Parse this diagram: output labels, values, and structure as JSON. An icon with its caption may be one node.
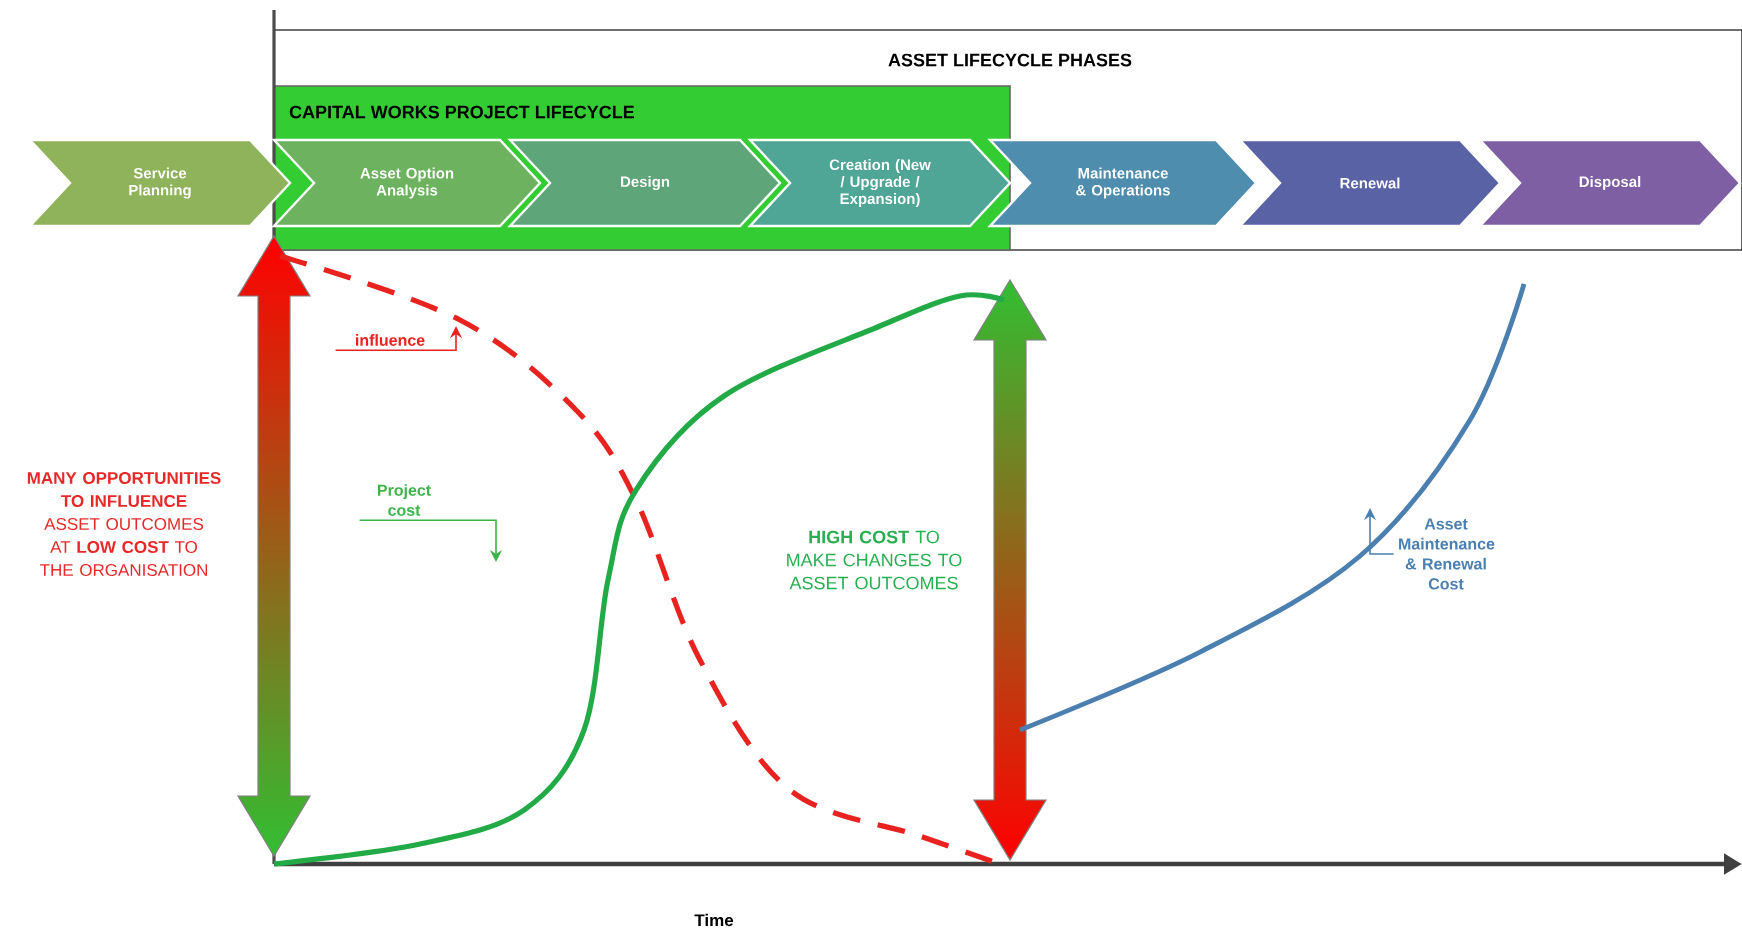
{
  "diagram": {
    "nodes": [
      {
        "text": [
          "ASSET LIFECYCLE PHASES"
        ]
      },
      {
        "text": [
          "CAPITAL WORKS PROJECT LIFECYCLE"
        ],
        "in": 0
      },
      {
        "text": [
          "Service Planning"
        ]
      },
      {
        "text": [
          "Asset Option Analysis"
        ],
        "in": 1
      },
      {
        "text": [
          "Design"
        ],
        "in": 1
      },
      {
        "text": [
          "Creation (New / Upgrade / Expansion)"
        ],
        "in": 1
      },
      {
        "text": [
          "Maintenance & Operations"
        ],
        "in": 0
      },
      {
        "text": [
          "Renewal"
        ],
        "in": 0
      },
      {
        "text": [
          "Disposal"
        ],
        "in": 0
      },
      {
        "text": [
          "influence"
        ]
      },
      {
        "text": [
          "Project cost"
        ]
      },
      {
        "text": [
          "Asset Maintenance & Renewal Cost"
        ]
      }
    ],
    "edges": [
      {
        "from": 9,
        "to": null,
        "arrow": "to",
        "color": "#e8221f"
      },
      {
        "from": 10,
        "to": null,
        "arrow": "to",
        "color": "#3cb44a"
      },
      {
        "from": 11,
        "to": null,
        "arrow": "to",
        "color": "#4a7fb0"
      }
    ],
    "labels": [
      "**MANY OPPORTUNITIES TO INFLUENCE** ASSET OUTCOMES AT **LOW COST** TO THE ORGANISATION",
      "**HIGH COST** TO MAKE CHANGES TO ASSET OUTCOMES",
      "Time"
    ]
  }
}
